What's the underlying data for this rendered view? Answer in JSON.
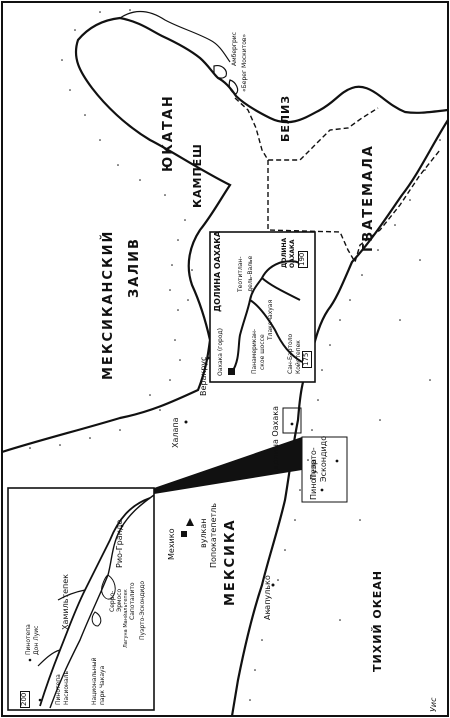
{
  "title": "",
  "colors": {
    "ink": "#111111",
    "paper": "#ffffff"
  },
  "main_labels": {
    "gulf_line1": "МЕКСИКАНСКИЙ",
    "gulf_line2": "ЗАЛИВ",
    "yucatan": "ЮКАТАН",
    "campeche": "КАМПЕШ",
    "belize": "БЕЛИЗ",
    "guatemala": "ГВАТЕМАЛА",
    "mexico": "МЕКСИКА",
    "pacific": "ТИХИЙ ОКЕАН"
  },
  "cities": {
    "ambergris": "Амбергрис",
    "mosquito": "«Берег Москитов»",
    "veracruz": "Веракрус",
    "xalapa": "Халапа",
    "mexico_city": "Мехико",
    "volcano_line1": "вулкан",
    "volcano_line2": "Попокатепетль",
    "oaxaca_valley": "долина Оахака",
    "puerto_line1": "Пуэрто-",
    "puerto_line2": "Эскондидо",
    "pinotepa": "Пинотепа",
    "acapulco": "Акапулько"
  },
  "oaxaca_inset": {
    "title": "ДОЛИНА ОАХАКА",
    "city": "Оахака (город)",
    "pan_line1": "Панамерикан-",
    "pan_line2": "ское шоссе",
    "teotitlan_line1": "Теотитлан-",
    "teotitlan_line2": "дель-Валье",
    "tlacolula": "Тлакочахуая",
    "sanbart_line1": "Сан-Бартоло",
    "sanbart_line2": "Койотепек",
    "valley_line1": "ДОЛИНА",
    "valley_line2": "ОАХАКА",
    "road1": "175",
    "road2": "190"
  },
  "coast_inset": {
    "pinotepa_don_luis_line1": "Пинотепа",
    "pinotepa_don_luis_line2": "Дон Луис",
    "jamiltepec": "Хамильтепек",
    "pinotepa_nac_line1": "Пинотепа",
    "pinotepa_nac_line2": "Насиональ",
    "chacahua_line1": "Национальный",
    "chacahua_line2": "парк Чакауа",
    "rio_grande": "Рио-Гранде",
    "cerro_line1": "Серро-",
    "cerro_line2": "Эрмосо",
    "lagoon": "Лагуна Манйальтепек",
    "zapotalito": "Сапоталито",
    "puerto": "Пуэрто-Эскондидо",
    "road": "200"
  },
  "signature": "Уис"
}
